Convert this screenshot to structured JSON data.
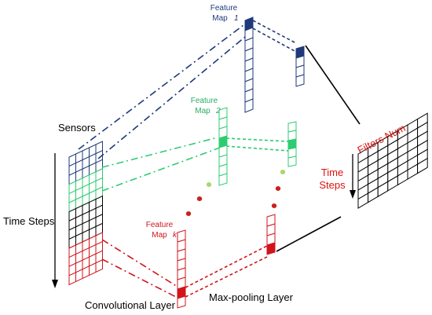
{
  "labels": {
    "feature_map_1_line1": "Feature",
    "feature_map_1_line2": "Map",
    "feature_map_1_index": "1",
    "feature_map_2_line1": "Feature",
    "feature_map_2_line2": "Map",
    "feature_map_2_index": "2",
    "feature_map_k_line1": "Feature",
    "feature_map_k_line2": "Map",
    "feature_map_k_index": "k",
    "sensors": "Sensors",
    "time_steps_left": "Time Steps",
    "filters_num": "Filters Num",
    "time_steps_right_line1": "Time",
    "time_steps_right_line2": "Steps",
    "convolutional_layer": "Convolutional Layer",
    "max_pooling_layer": "Max-pooling Layer"
  },
  "colors": {
    "map1": "#1f3a7a",
    "map2": "#2ecc71",
    "mapk": "#d0151b",
    "grid": "#000000",
    "label_red": "#e01010",
    "label_blue": "#1f3a7a",
    "label_green": "#27ae60"
  }
}
